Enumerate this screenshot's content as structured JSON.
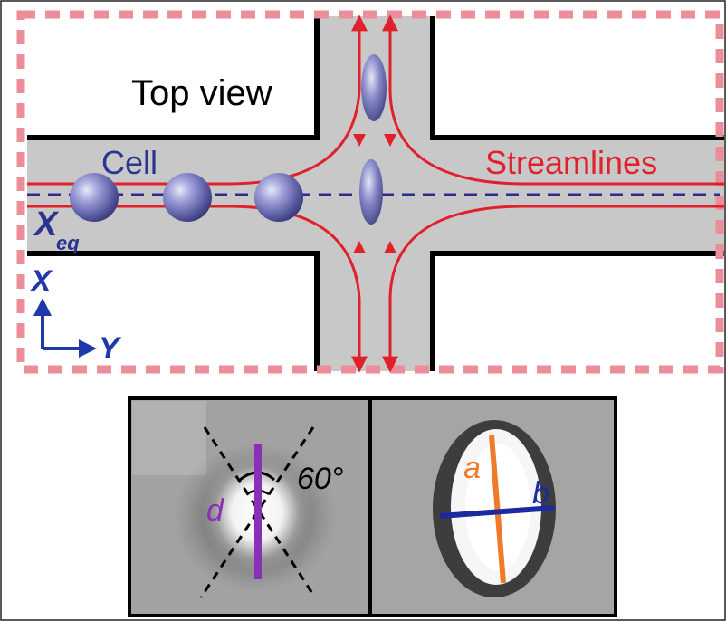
{
  "top_panel": {
    "view_label": "Top view",
    "cell_label": "Cell",
    "streamlines_label": "Streamlines",
    "xeq_main": "X",
    "xeq_sub": "eq",
    "axis_x": "X",
    "axis_y": "Y"
  },
  "bottom_panels": {
    "left": {
      "diameter_label": "d",
      "angle_label": "60°"
    },
    "right": {
      "major_label": "a",
      "minor_label": "b"
    }
  },
  "colors": {
    "channel": "#c8c8c8",
    "wall": "#000000",
    "streamline": "#e0202a",
    "cell_label": "#2a3590",
    "border_dash": "#ec8e99",
    "centerline": "#2c2c8c",
    "axis": "#1f3aa8",
    "diameter": "#8b2fb4",
    "major_axis": "#f07a2a",
    "minor_axis": "#1b2aa0"
  }
}
